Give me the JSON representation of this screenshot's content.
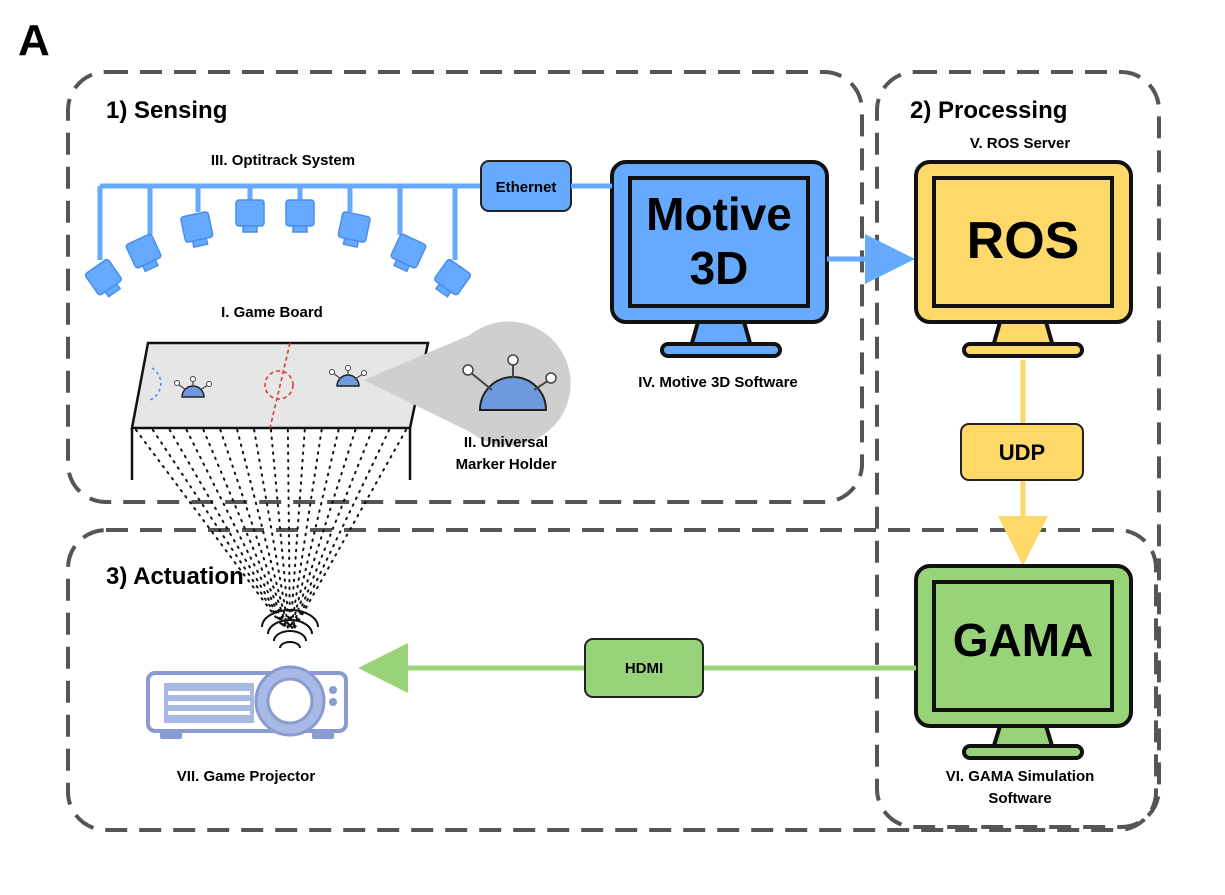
{
  "panel_letter": "A",
  "sections": {
    "sensing": "1) Sensing",
    "processing": "2) Processing",
    "actuation": "3) Actuation"
  },
  "components": {
    "optitrack": "III. Optitrack System",
    "game_board": "I. Game Board",
    "marker_holder_line1": "II. Universal",
    "marker_holder_line2": "Marker Holder",
    "motive_screen_line1": "Motive",
    "motive_screen_line2": "3D",
    "motive_caption": "IV. Motive 3D Software",
    "ros_caption": "V. ROS Server",
    "ros_screen": "ROS",
    "gama_screen": "GAMA",
    "gama_caption_line1": "VI. GAMA Simulation",
    "gama_caption_line2": "Software",
    "projector_caption": "VII. Game Projector"
  },
  "connections": {
    "ethernet": "Ethernet",
    "udp": "UDP",
    "hdmi": "HDMI"
  },
  "colors": {
    "blue": "#66aaff",
    "blue_dark": "#4a8cee",
    "yellow": "#ffd86a",
    "green": "#98d37a",
    "dashed_border": "#555555",
    "projector": "#a9b9e6"
  },
  "icons": {
    "camera": "optitrack-camera-icon",
    "monitor": "monitor-icon",
    "marker": "marker-holder-icon",
    "projector": "projector-icon"
  }
}
